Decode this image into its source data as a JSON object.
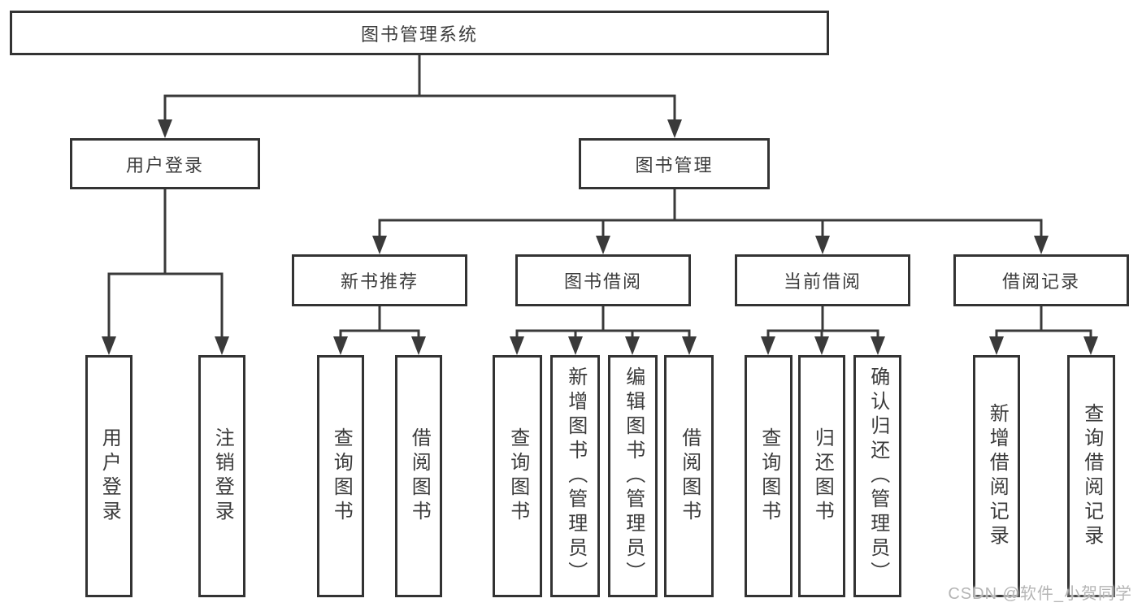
{
  "tree": {
    "root": {
      "label": "图书管理系统"
    },
    "user_login": {
      "label": "用户登录",
      "children": {
        "login": {
          "label": "用户登录"
        },
        "logout": {
          "label": "注销登录"
        }
      }
    },
    "book_management": {
      "label": "图书管理",
      "children": {
        "new_book_recommend": {
          "label": "新书推荐",
          "children": {
            "query_books": {
              "label": "查询图书"
            },
            "borrow_books": {
              "label": "借阅图书"
            }
          }
        },
        "book_borrow": {
          "label": "图书借阅",
          "children": {
            "query_books": {
              "label": "查询图书"
            },
            "add_books": {
              "label": "新增图书（管理员）"
            },
            "edit_books": {
              "label": "编辑图书（管理员）"
            },
            "borrow_books": {
              "label": "借阅图书"
            }
          }
        },
        "current_borrow": {
          "label": "当前借阅",
          "children": {
            "query_books": {
              "label": "查询图书"
            },
            "return_books": {
              "label": "归还图书"
            },
            "confirm_return": {
              "label": "确认归还（管理员）"
            }
          }
        },
        "borrow_records": {
          "label": "借阅记录",
          "children": {
            "add_record": {
              "label": "新增借阅记录"
            },
            "query_record": {
              "label": "查询借阅记录"
            }
          }
        }
      }
    }
  },
  "watermark": "CSDN @软件_小贺同学",
  "colors": {
    "line": "#3a3a3a",
    "box_border": "#333333",
    "text": "#3b3b3b",
    "watermark": "#b5b5b5",
    "background": "#ffffff"
  }
}
